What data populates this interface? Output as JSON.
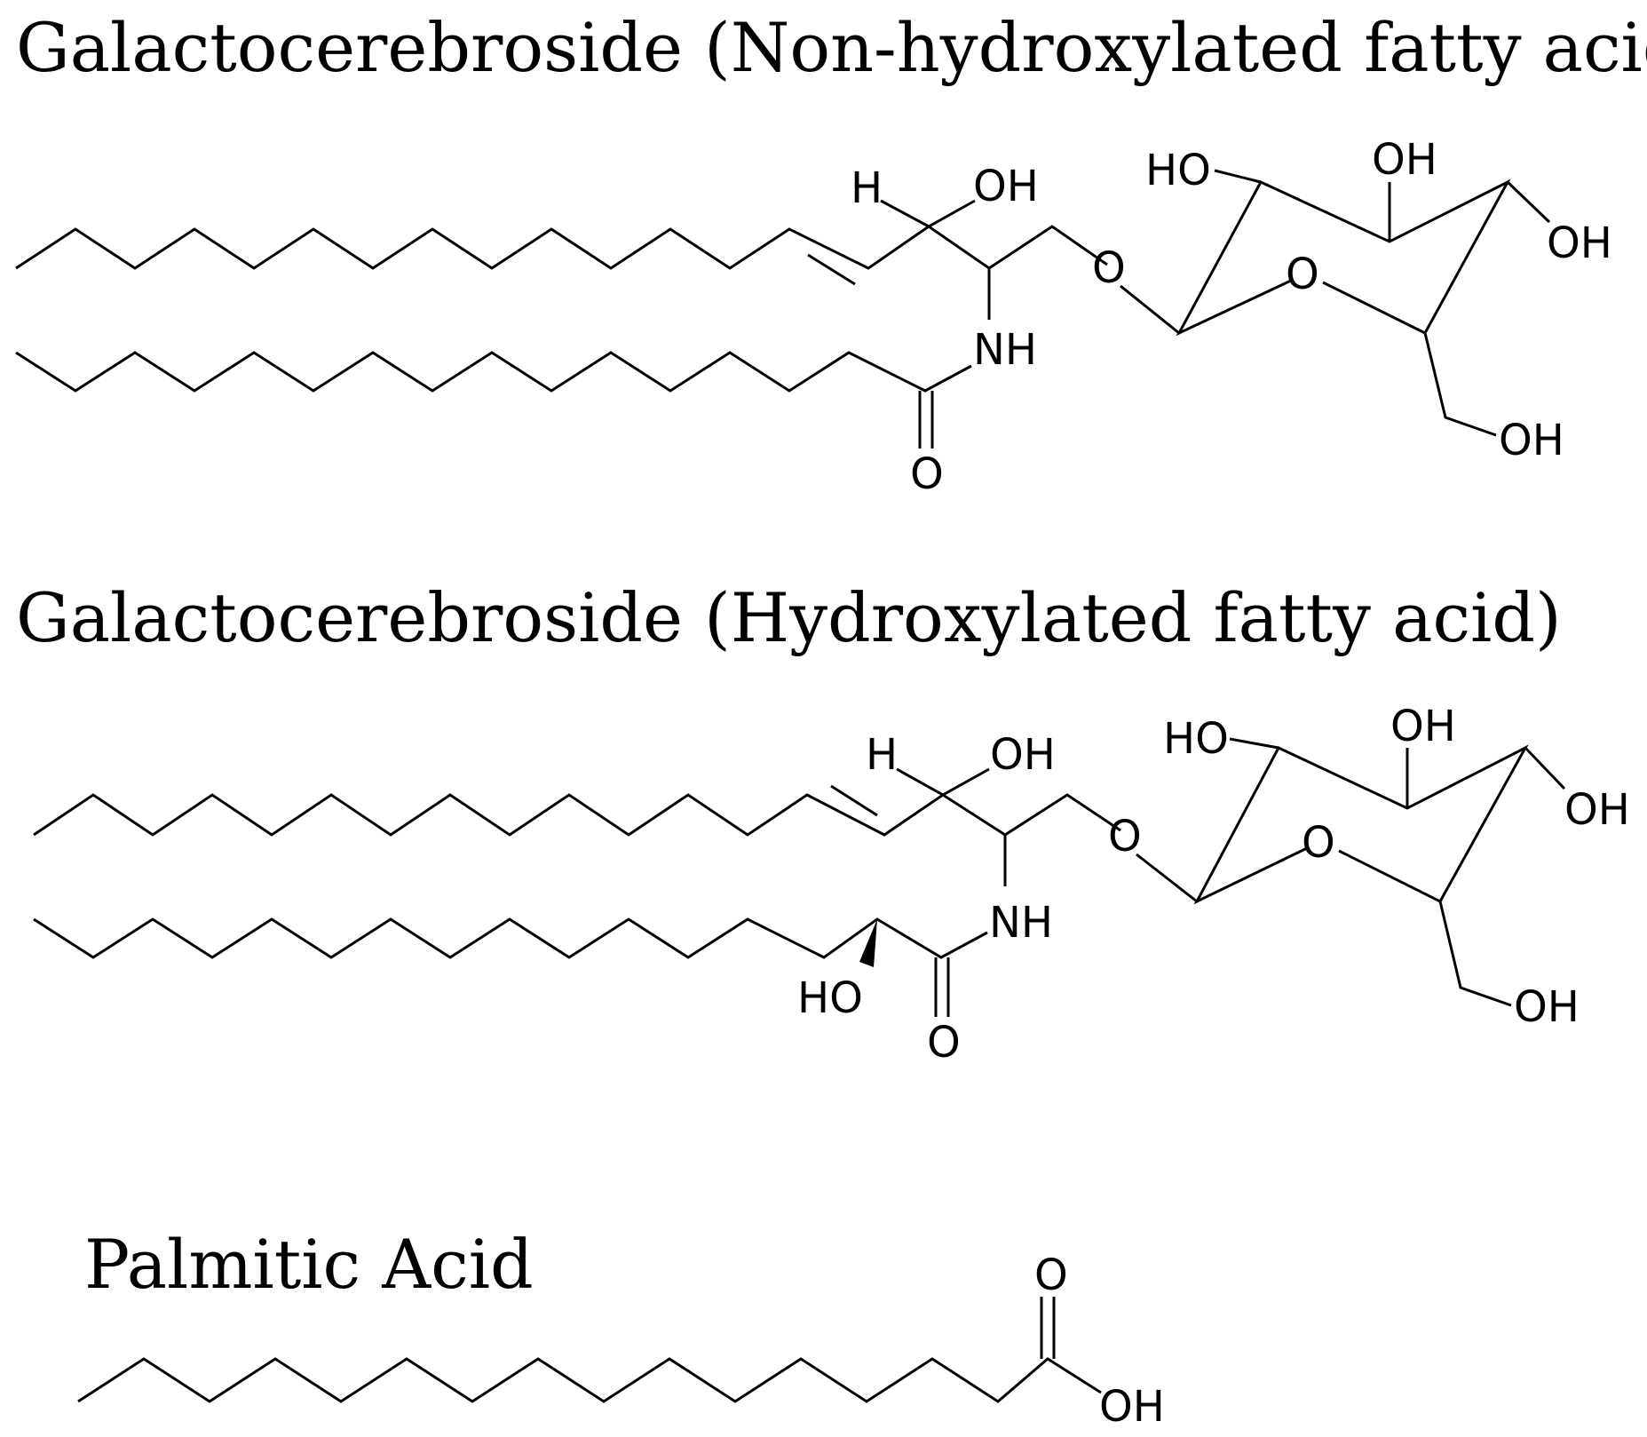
{
  "titles": {
    "nonhydroxylated": "Galactocerebroside (Non-hydroxylated fatty acid)",
    "hydroxylated": "Galactocerebroside (Hydroxylated fatty acid)",
    "palmitic": "Palmitic Acid"
  },
  "labels": {
    "h": "H",
    "oh": "OH",
    "ho": "HO",
    "o": "O",
    "nh": "NH"
  }
}
